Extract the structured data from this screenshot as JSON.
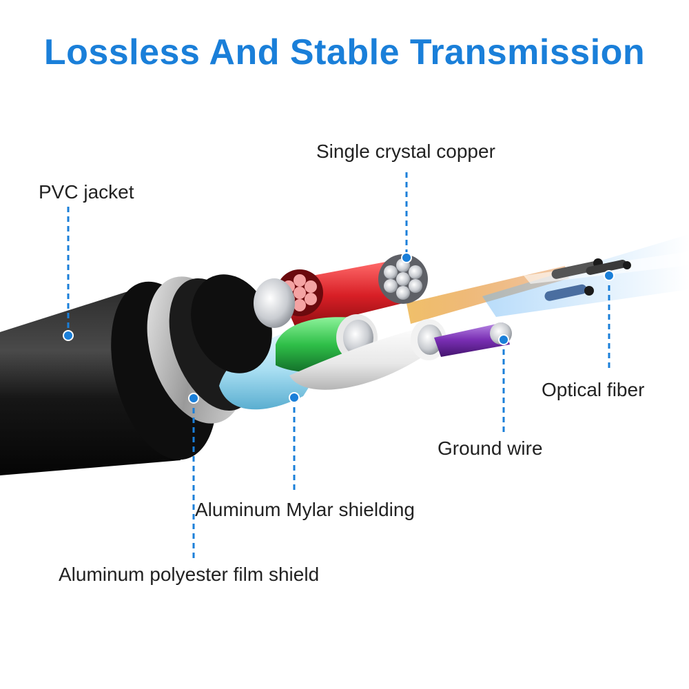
{
  "title": "Lossless And Stable Transmission",
  "colors": {
    "title": "#1a7fd9",
    "callout": "#1a7fd9",
    "jacket": "#141414",
    "copper_core": "#b8bcc2",
    "red_pair": "#d81f26",
    "green_pair": "#2fbf48",
    "purple_pair": "#7a2fb4",
    "orange_pair": "#e89a3a",
    "fiber_glow": "#6fb8f5",
    "mylar": "#a8def2"
  },
  "callouts": {
    "pvc_jacket": "PVC jacket",
    "single_crystal_copper": "Single crystal copper",
    "optical_fiber": "Optical fiber",
    "ground_wire": "Ground wire",
    "aluminum_mylar_shielding": "Aluminum Mylar shielding",
    "aluminum_polyester_film_shield": "Aluminum polyester film shield"
  },
  "icons": {
    "cable": "cable-cross-section-icon",
    "callout_dot": "callout-dot-icon"
  }
}
